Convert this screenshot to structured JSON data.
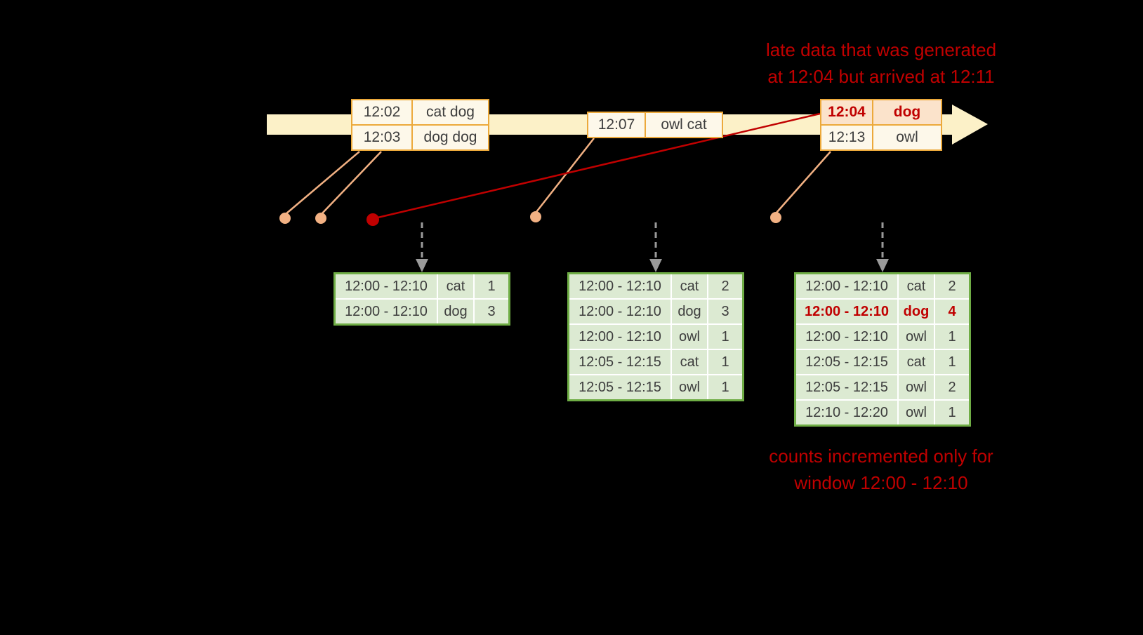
{
  "annotation_top": {
    "line1": "late data that was generated",
    "line2": "at 12:04 but arrived at 12:11"
  },
  "annotation_bottom": {
    "line1": "counts incremented only for",
    "line2": "window 12:00 - 12:10"
  },
  "event_groups": [
    {
      "rows": [
        {
          "time": "12:02",
          "words": "cat dog"
        },
        {
          "time": "12:03",
          "words": "dog dog"
        }
      ]
    },
    {
      "rows": [
        {
          "time": "12:07",
          "words": "owl cat"
        }
      ]
    },
    {
      "rows": [
        {
          "time": "12:04",
          "words": "dog",
          "late": true
        },
        {
          "time": "12:13",
          "words": "owl"
        }
      ]
    }
  ],
  "result_tables": [
    {
      "rows": [
        {
          "window": "12:00 - 12:10",
          "word": "cat",
          "count": "1"
        },
        {
          "window": "12:00 - 12:10",
          "word": "dog",
          "count": "3"
        }
      ]
    },
    {
      "rows": [
        {
          "window": "12:00 - 12:10",
          "word": "cat",
          "count": "2"
        },
        {
          "window": "12:00 - 12:10",
          "word": "dog",
          "count": "3"
        },
        {
          "window": "12:00 - 12:10",
          "word": "owl",
          "count": "1"
        },
        {
          "window": "12:05 - 12:15",
          "word": "cat",
          "count": "1"
        },
        {
          "window": "12:05 - 12:15",
          "word": "owl",
          "count": "1"
        }
      ]
    },
    {
      "rows": [
        {
          "window": "12:00 - 12:10",
          "word": "cat",
          "count": "2"
        },
        {
          "window": "12:00 - 12:10",
          "word": "dog",
          "count": "4",
          "highlight": true
        },
        {
          "window": "12:00 - 12:10",
          "word": "owl",
          "count": "1"
        },
        {
          "window": "12:05 - 12:15",
          "word": "cat",
          "count": "1"
        },
        {
          "window": "12:05 - 12:15",
          "word": "owl",
          "count": "2"
        },
        {
          "window": "12:10 - 12:20",
          "word": "owl",
          "count": "1"
        }
      ]
    }
  ],
  "colors": {
    "background": "#000000",
    "timeline_arrow": "#fcf1c8",
    "event_border": "#eca93b",
    "event_bg": "#fdf8ea",
    "late_event_bg": "#fbe3cb",
    "accent_red": "#c00000",
    "dot_salmon": "#f2b183",
    "result_border": "#6fad45",
    "result_cell_bg": "#dcead2",
    "result_text": "#3d3d3d",
    "trigger_arrow_gray": "#9a9a9a"
  }
}
